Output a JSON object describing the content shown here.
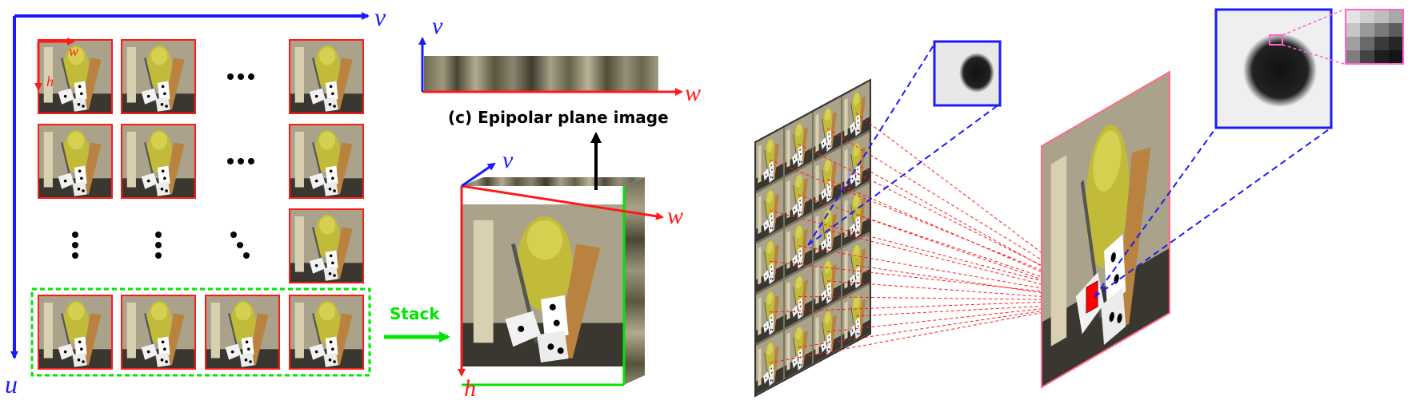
{
  "axes": {
    "grid_v": "v",
    "grid_u": "u",
    "sub_w": "w",
    "sub_h": "h",
    "epi_v": "v",
    "epi_w": "w",
    "vol_v": "v",
    "vol_w": "w",
    "vol_h": "h"
  },
  "labels": {
    "epi_caption": "(c) Epipolar plane image",
    "stack": "Stack"
  },
  "colors": {
    "blue": "#1a1aff",
    "red": "#ff1a1a",
    "green": "#00e600",
    "pink": "#ff66cc",
    "scene_bg": "#8f8a73",
    "wall": "#a7a08a",
    "statue": "#b8b02e"
  }
}
